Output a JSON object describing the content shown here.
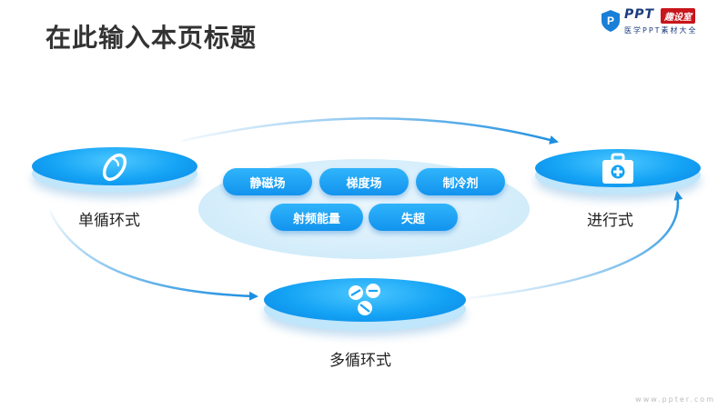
{
  "page": {
    "title": "在此输入本页标题"
  },
  "logo": {
    "brand": "PPT",
    "badge": "趣设室",
    "subtitle": "医学PPT素材大全"
  },
  "nodes": {
    "left": {
      "label": "单循环式",
      "icon": "bean-icon"
    },
    "right": {
      "label": "进行式",
      "icon": "medical-kit-icon"
    },
    "bottom": {
      "label": "多循环式",
      "icon": "pills-icon"
    }
  },
  "center": {
    "pills": [
      "静磁场",
      "梯度场",
      "制冷剂",
      "射频能量",
      "失超"
    ]
  },
  "colors": {
    "accent": "#14a3f5",
    "accent_dark": "#0a86e3",
    "title": "#333333"
  },
  "footer": {
    "url": "www.ppter.com"
  }
}
